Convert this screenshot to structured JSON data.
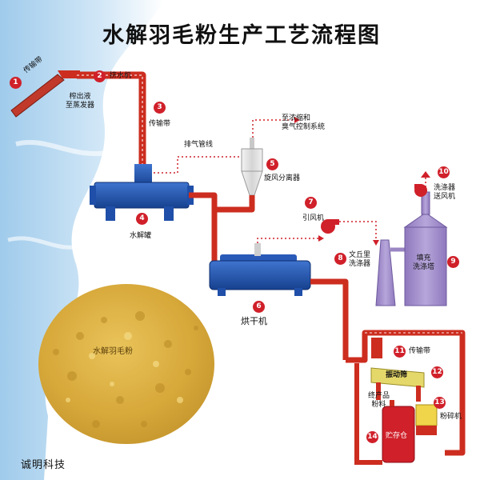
{
  "title": "水解羽毛粉生产工艺流程图",
  "company": "诚明科技",
  "product_label": "水解羽毛粉",
  "steps": [
    {
      "num": "1",
      "label": "传输带"
    },
    {
      "num": "2",
      "label": "挤水机"
    },
    {
      "num": "3",
      "label": "传输带"
    },
    {
      "num": "4",
      "label": "水解罐"
    },
    {
      "num": "5",
      "label": "旋风分离器"
    },
    {
      "num": "6",
      "label": "烘干机"
    },
    {
      "num": "7",
      "label": "引风机"
    },
    {
      "num": "8",
      "label": "文丘里\n洗涤器"
    },
    {
      "num": "9",
      "label": "填充\n洗涤塔"
    },
    {
      "num": "10",
      "label": "洗涤器\n送风机"
    },
    {
      "num": "11",
      "label": "传输带"
    },
    {
      "num": "12",
      "label": "振动筛"
    },
    {
      "num": "13",
      "label": "粉碎机"
    },
    {
      "num": "14",
      "label": "贮存仓"
    }
  ],
  "annotations": {
    "squeeze_liquid": "榨出液\n至蒸发器",
    "exhaust_pipe": "排气管线",
    "to_concentrate": "至浓缩和\n臭气控制系统",
    "finished_powder": "终产品\n粉料"
  },
  "colors": {
    "conveyor": "#cc2d1f",
    "vessel": "#1f4fa8",
    "scrubber": "#9b86c4",
    "screen": "#e5d86a",
    "crusher": "#f0d44a",
    "silo": "#d0202a",
    "arrow": "#d0202a",
    "marker": "#d0202a"
  }
}
